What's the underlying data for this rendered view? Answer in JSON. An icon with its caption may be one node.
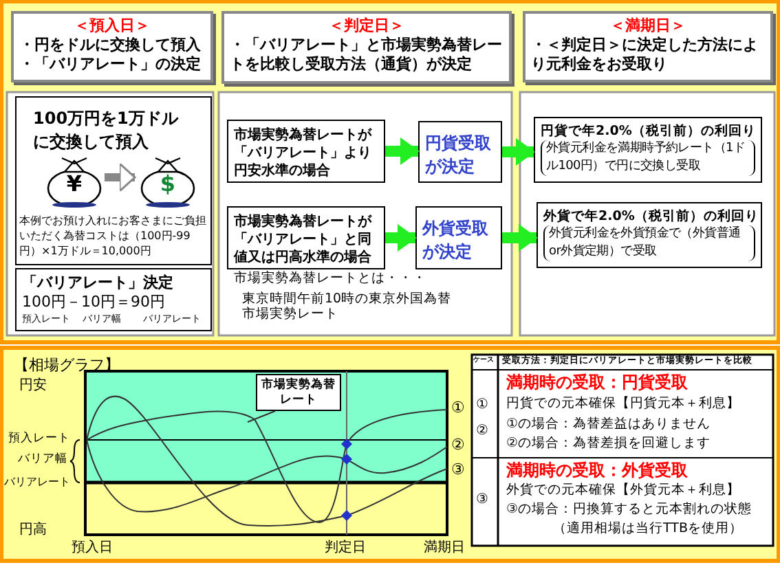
{
  "diagram": {
    "nodes": [
      {
        "text": [
          "＜預入日＞",
          "・円をドルに交換して預入",
          "・「バリアレート」の決定"
        ]
      },
      {
        "text": [
          "＜判定日＞",
          "・「バリアレート」と市場実勢為替レートを比較し受取方法（通貨）が決定"
        ]
      },
      {
        "text": [
          "＜満期日＞",
          "・＜判定日＞に決定した方法により元利金をお受取り"
        ]
      },
      {
        "text": [
          "100万円を1万ドルに交換して預入",
          "本例でお預け入れにお客さまにご負担いただく為替コストは（100円-99円）×1万ドル＝10,000円"
        ]
      },
      {
        "text": [
          "¥"
        ],
        "in": 3
      },
      {
        "text": [
          "$"
        ],
        "in": 3
      },
      {
        "text": [
          "「バリアレート」決定",
          "100円－10円＝90円",
          "預入レート",
          "バリア幅",
          "バリアレート"
        ]
      },
      {
        "text": [
          "市場実勢為替レートが「バリアレート」より円安水準の場合"
        ]
      },
      {
        "text": [
          "円貨受取が決定"
        ]
      },
      {
        "text": [
          "市場実勢為替レートが「バリアレート」と同値又は円高水準の場合"
        ]
      },
      {
        "text": [
          "外貨受取が決定"
        ]
      },
      {
        "text": [
          "円貨で年2.0%（税引前）の利回り",
          "外貨元利金を満期時予約レート（1ドル100円）で円に交換し受取"
        ]
      },
      {
        "text": [
          "外貨で年2.0%（税引前）の利回り",
          "外貨元利金を外貨預金で（外貨普通or外貨定期）で受取"
        ]
      },
      {
        "text": [
          "市場実勢為替レート"
        ]
      }
    ],
    "edges": [
      {
        "from": 4,
        "to": 5,
        "arrow": "to",
        "color": "#888888"
      },
      {
        "from": 7,
        "to": 8,
        "arrow": "to"
      },
      {
        "from": 8,
        "to": 11,
        "arrow": "to"
      },
      {
        "from": 9,
        "to": 10,
        "arrow": "to"
      },
      {
        "from": 10,
        "to": 12,
        "arrow": "to"
      },
      {
        "from": 13,
        "to": null,
        "arrow": "none",
        "color": "#333333"
      }
    ],
    "labels": [
      "市場実勢為替レートとは・・・",
      "東京時間午前10時の東京外国為替市場実勢レート",
      "【相場グラフ】",
      "円安",
      "預入レート",
      "バリア幅",
      "バリアレート",
      "円高",
      "預入日",
      "判定日",
      "満期日",
      "①",
      "②",
      "③",
      "ケース",
      "受取方法：判定日にバリアレートと市場実勢レートを比較",
      "①",
      "②",
      "満期時の受取：円貨受取",
      "円貨での元本確保【円貨元本＋利息】",
      "①の場合：為替差益はありません",
      "②の場合：為替差損を回避します",
      "③",
      "満期時の受取：外貨受取",
      "外貨での元本確保【外貨元本＋利息】",
      "③の場合：円換算すると元本割れの状態",
      "（適用相場は当行TTBを使用）"
    ]
  }
}
